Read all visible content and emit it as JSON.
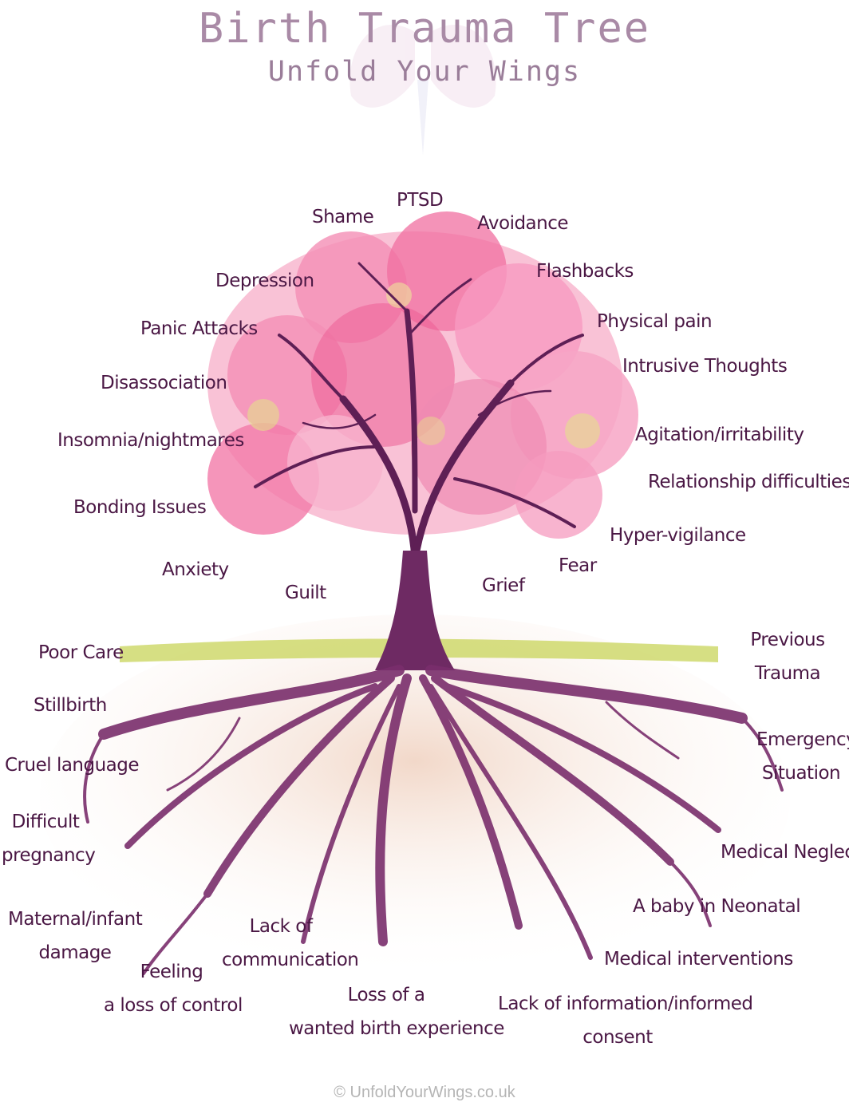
{
  "title": "Birth Trauma Tree",
  "subtitle": "Unfold Your Wings",
  "footer": "© UnfoldYourWings.co.uk",
  "colors": {
    "title": "#a98aa6",
    "label": "#4a1744",
    "blossom": "#f06fa0",
    "trunk": "#6e2a63",
    "grass": "#c8d45a"
  },
  "branch_labels": [
    "PTSD",
    "Shame",
    "Avoidance",
    "Depression",
    "Flashbacks",
    "Panic Attacks",
    "Physical pain",
    "Disassociation",
    "Intrusive Thoughts",
    "Insomnia/nightmares",
    "Agitation/irritability",
    "Bonding Issues",
    "Relationship difficulties",
    "Hyper-vigilance",
    "Anxiety",
    "Fear",
    "Guilt",
    "Grief"
  ],
  "root_labels": {
    "poor_care": "Poor Care",
    "previous_trauma": [
      "Previous",
      "Trauma"
    ],
    "stillbirth": "Stillbirth",
    "emergency_situation": [
      "Emergency",
      "Situation"
    ],
    "cruel_language": "Cruel language",
    "difficult_pregnancy": [
      "Difficult",
      "pregnancy"
    ],
    "medical_neglect": "Medical Neglect",
    "neonatal": "A baby in Neonatal",
    "maternal_infant_damage": [
      "Maternal/infant",
      "damage"
    ],
    "lack_of_communication": [
      "Lack of",
      "communication"
    ],
    "medical_interventions": "Medical interventions",
    "loss_of_control": [
      "Feeling",
      "a loss of control"
    ],
    "loss_of_birth_experience": [
      "Loss of a",
      "wanted birth experience"
    ],
    "lack_of_information": [
      "Lack of information/informed",
      "consent"
    ]
  }
}
